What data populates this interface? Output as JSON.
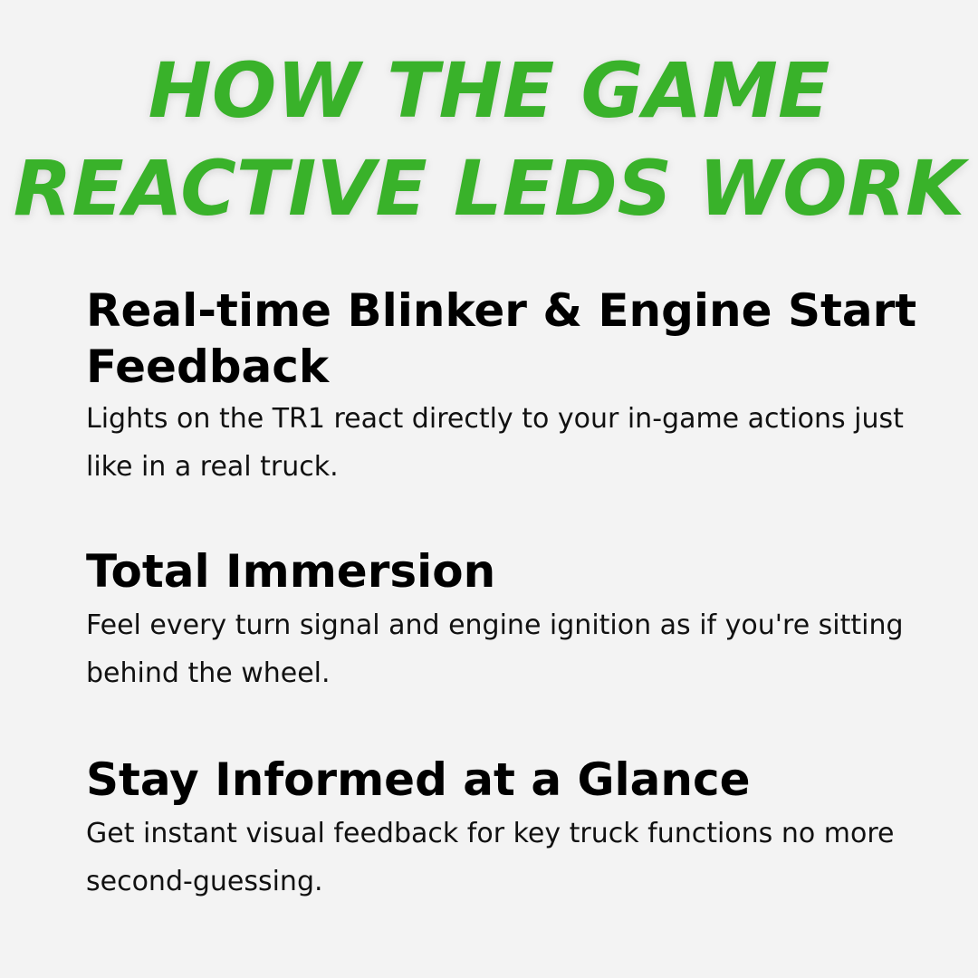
{
  "headline": {
    "line1": "HOW THE GAME",
    "line2": "REACTIVE LEDS WORK",
    "color": "#39b22a"
  },
  "features": [
    {
      "title": "Real-time Blinker & Engine Start Feedback",
      "description": "Lights on the TR1 react directly to your in-game actions just like in a real truck."
    },
    {
      "title": "Total Immersion",
      "description": "Feel every turn signal and engine ignition as if you're sitting behind the wheel."
    },
    {
      "title": "Stay Informed at a Glance",
      "description": "Get instant visual feedback for key truck functions no more second-guessing."
    }
  ],
  "colors": {
    "background": "#f3f3f3",
    "text": "#000000"
  }
}
